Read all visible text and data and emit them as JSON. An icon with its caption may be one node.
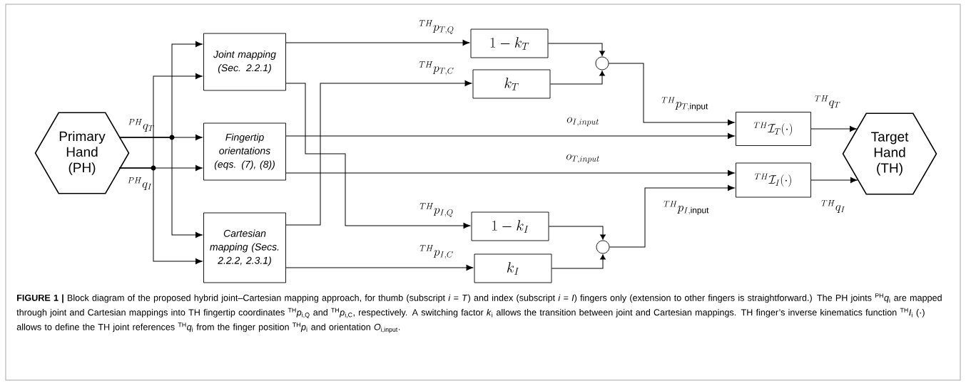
{
  "diagram": {
    "caption": "**FIGURE 1 |** Block diagram of the proposed hybrid joint–Cartesian mapping approach, for thumb (subscript *i* = *T*) and index (subscript *i* = *I*) fingers only (extension to other fingers is straightforward.) The PH joints $^{PH}$*q*$_{i}$ are mapped through joint and Cartesian mappings into TH fingertip coordinates $^{TH}$*p*$_{i,Q}$ and $^{TH}$*p*$_{i,C}$, respectively. A switching factor *k*$_{i}$ allows the transition between joint and Cartesian mappings. TH finger’s inverse kinematics function $^{TH}$*I*$_{i}$ (·) allows to define the TH joint references $^{TH}$*q*$_{i}$ from the finger position $^{TH}$*p*$_{i}$ and orientation *O*$_{i,input}$.",
    "nodes": [
      {
        "text": [
          "Primary Hand (PH)"
        ]
      },
      {
        "text": [
          "Joint mapping (Sec. 2.2.1)"
        ]
      },
      {
        "text": [
          "Fingertip orientations (eqs. (7), (8))"
        ]
      },
      {
        "text": [
          "Cartesian mapping (Secs. 2.2.2, 2.3.1)"
        ]
      },
      {
        "text": [
          "1-k_T"
        ]
      },
      {
        "text": [
          "k_T"
        ]
      },
      {
        "text": [],
        "shape": "circle"
      },
      {
        "text": [
          "1-k_I"
        ]
      },
      {
        "text": [
          "k_I"
        ]
      },
      {
        "text": [],
        "shape": "circle"
      },
      {
        "text": [
          "{}^{TH}\\mathcal{I}_T(\\cdot)"
        ]
      },
      {
        "text": [
          "{}^{TH}\\mathcal{I}_I(\\cdot)"
        ]
      },
      {
        "text": [
          "Target Hand (TH)"
        ]
      }
    ],
    "edges": [
      {
        "from": 0,
        "to": 1,
        "arrow": "to"
      },
      {
        "from": 0,
        "to": 2,
        "arrow": "to",
        "label": "{}^{PH}q_T"
      },
      {
        "from": 0,
        "to": 3,
        "arrow": "to"
      },
      {
        "from": 0,
        "to": 1,
        "arrow": "to"
      },
      {
        "from": 0,
        "to": 2,
        "arrow": "to",
        "label": "{}^{PH}q_I"
      },
      {
        "from": 0,
        "to": 3,
        "arrow": "to"
      },
      {
        "from": 1,
        "to": 4,
        "arrow": "to",
        "label": "{}^{TH}p_{T,Q}"
      },
      {
        "from": 3,
        "to": 5,
        "arrow": "to",
        "label": "{}^{TH}p_{T,C}"
      },
      {
        "from": 1,
        "to": 7,
        "arrow": "to",
        "label": "{}^{TH}p_{I,Q}"
      },
      {
        "from": 3,
        "to": 8,
        "arrow": "to",
        "label": "{}^{TH}p_{I,C}"
      },
      {
        "from": 2,
        "to": 10,
        "arrow": "to",
        "label": "o_{I,input}"
      },
      {
        "from": 2,
        "to": 11,
        "arrow": "to",
        "label": "o_{T,input}"
      },
      {
        "from": 4,
        "to": 6,
        "arrow": "to"
      },
      {
        "from": 5,
        "to": 6,
        "arrow": "to"
      },
      {
        "from": 6,
        "to": 10,
        "arrow": "to",
        "label": "{}^{TH}p_{T,\\mathrm{input}}"
      },
      {
        "from": 7,
        "to": 9,
        "arrow": "to"
      },
      {
        "from": 8,
        "to": 9,
        "arrow": "to"
      },
      {
        "from": 9,
        "to": 11,
        "arrow": "to",
        "label": "{}^{TH}p_{I,\\mathrm{input}}"
      },
      {
        "from": 10,
        "to": 12,
        "arrow": "to",
        "label": "{}^{TH}q_T"
      },
      {
        "from": 11,
        "to": 12,
        "arrow": "to",
        "label": "{}^{TH}q_I"
      }
    ]
  }
}
